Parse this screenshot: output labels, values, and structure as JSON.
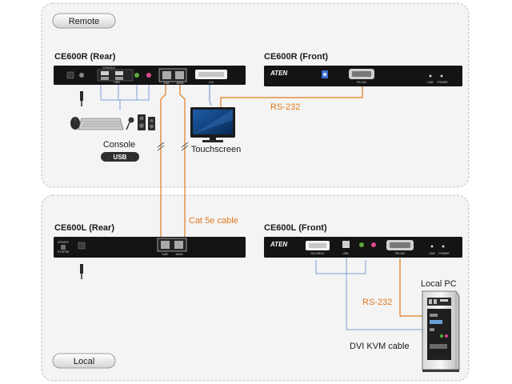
{
  "zones": {
    "remote": "Remote",
    "local": "Local"
  },
  "devices": {
    "ce600r_rear": {
      "title": "CE600R (Rear)",
      "port_labels": [
        "CONSOLE",
        "USB",
        "DVI",
        "MAIN"
      ]
    },
    "ce600r_front": {
      "title": "CE600R (Front)",
      "brand": "ATEN",
      "port_labels": [
        "RS-232",
        "LINK",
        "POWER"
      ]
    },
    "ce600l_rear": {
      "title": "CE600L (Rear)",
      "port_labels": [
        "DVI",
        "MAIN",
        "UPDATE",
        "SYSTEM"
      ]
    },
    "ce600l_front": {
      "title": "CE600L (Front)",
      "brand": "ATEN",
      "port_labels": [
        "DVI INPUT",
        "USB",
        "RS-232",
        "LINK",
        "POWER"
      ]
    }
  },
  "labels": {
    "console": "Console",
    "usb_badge": "USB",
    "touchscreen": "Touchscreen",
    "rs232_remote": "RS-232",
    "cat5e": "Cat 5e cable",
    "local_pc": "Local PC",
    "rs232_local": "RS-232",
    "dvi_kvm": "DVI KVM cable"
  },
  "colors": {
    "cat5e_line": "#e07a1f",
    "rs232_line": "#e07a1f",
    "console_line": "#7aa2d6",
    "dvi_line": "#7aa2d6",
    "device_body": "#141414",
    "zone_border": "#b8c4d2"
  }
}
